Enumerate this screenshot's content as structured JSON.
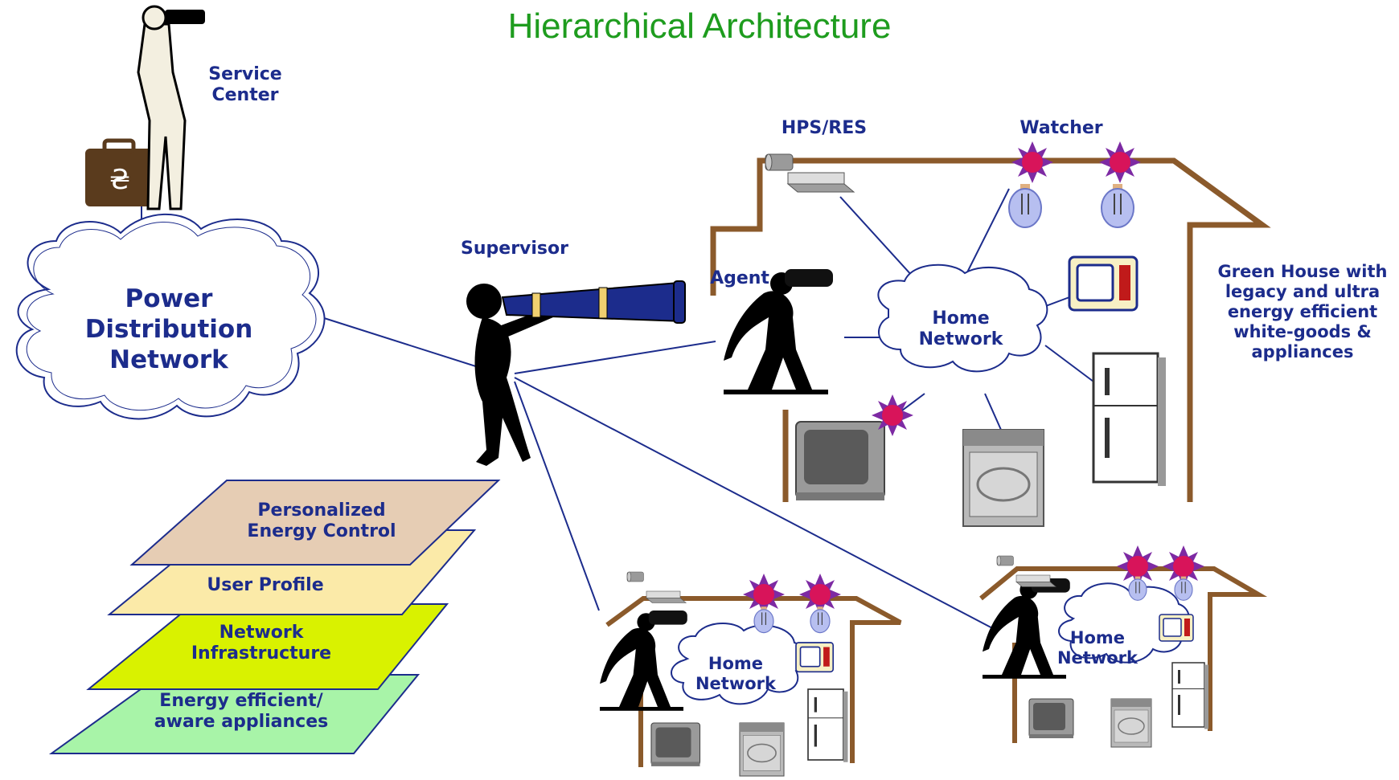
{
  "title": "Hierarchical Architecture",
  "labels": {
    "service_center": "Service\nCenter",
    "power_network": "Power\nDistribution\nNetwork",
    "supervisor": "Supervisor",
    "agent": "Agent",
    "hps_res": "HPS/RES",
    "watcher": "Watcher",
    "home_network": "Home\nNetwork",
    "green_house": "Green House with\nlegacy and ultra\nenergy efficient\nwhite-goods &\nappliances"
  },
  "layers": [
    {
      "label": "Personalized\nEnergy Control",
      "color": "#e6cdb4"
    },
    {
      "label": "User Profile",
      "color": "#fbeaa8"
    },
    {
      "label": "Network\nInfrastructure",
      "color": "#d9f200"
    },
    {
      "label": "Energy efficient/\naware appliances",
      "color": "#a8f4a8"
    }
  ],
  "colors": {
    "title": "#1e9c1e",
    "label": "#1c2c8c",
    "house": "#8b5a2b",
    "line": "#1c2c8c",
    "watcher": "#d8145a"
  }
}
